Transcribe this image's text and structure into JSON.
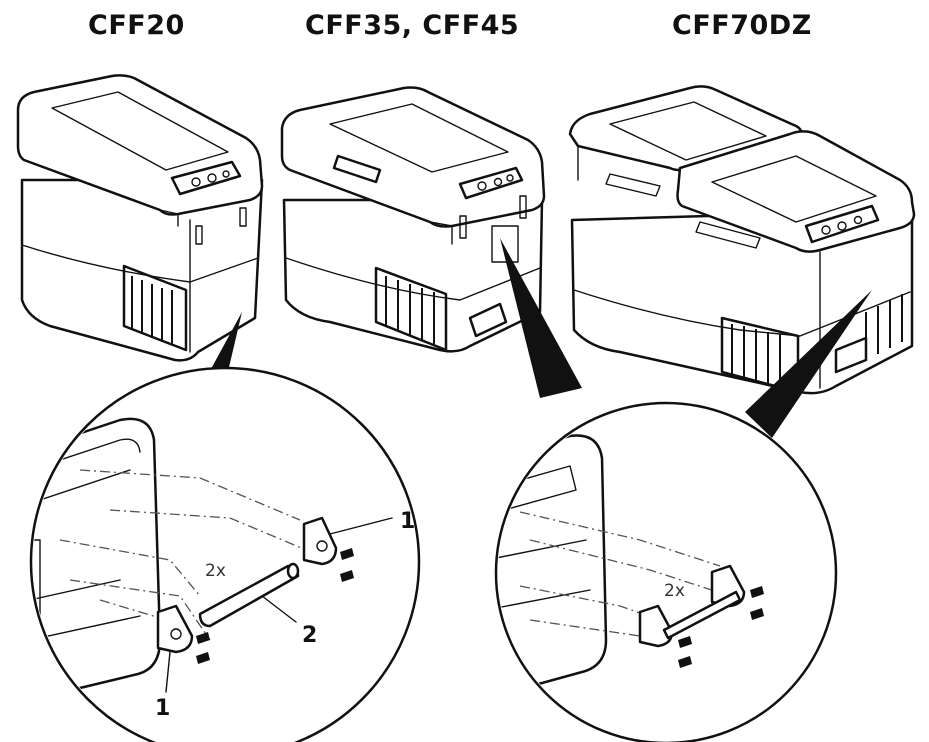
{
  "models": {
    "left": "CFF20",
    "middle": "CFF35, CFF45",
    "right": "CFF70DZ"
  },
  "callouts": {
    "bracket_top": "1",
    "bracket_bottom": "1",
    "handle": "2"
  },
  "quantity": {
    "left_detail": "2x",
    "right_detail": "2x"
  },
  "colors": {
    "line": "#111111",
    "background": "#ffffff"
  }
}
